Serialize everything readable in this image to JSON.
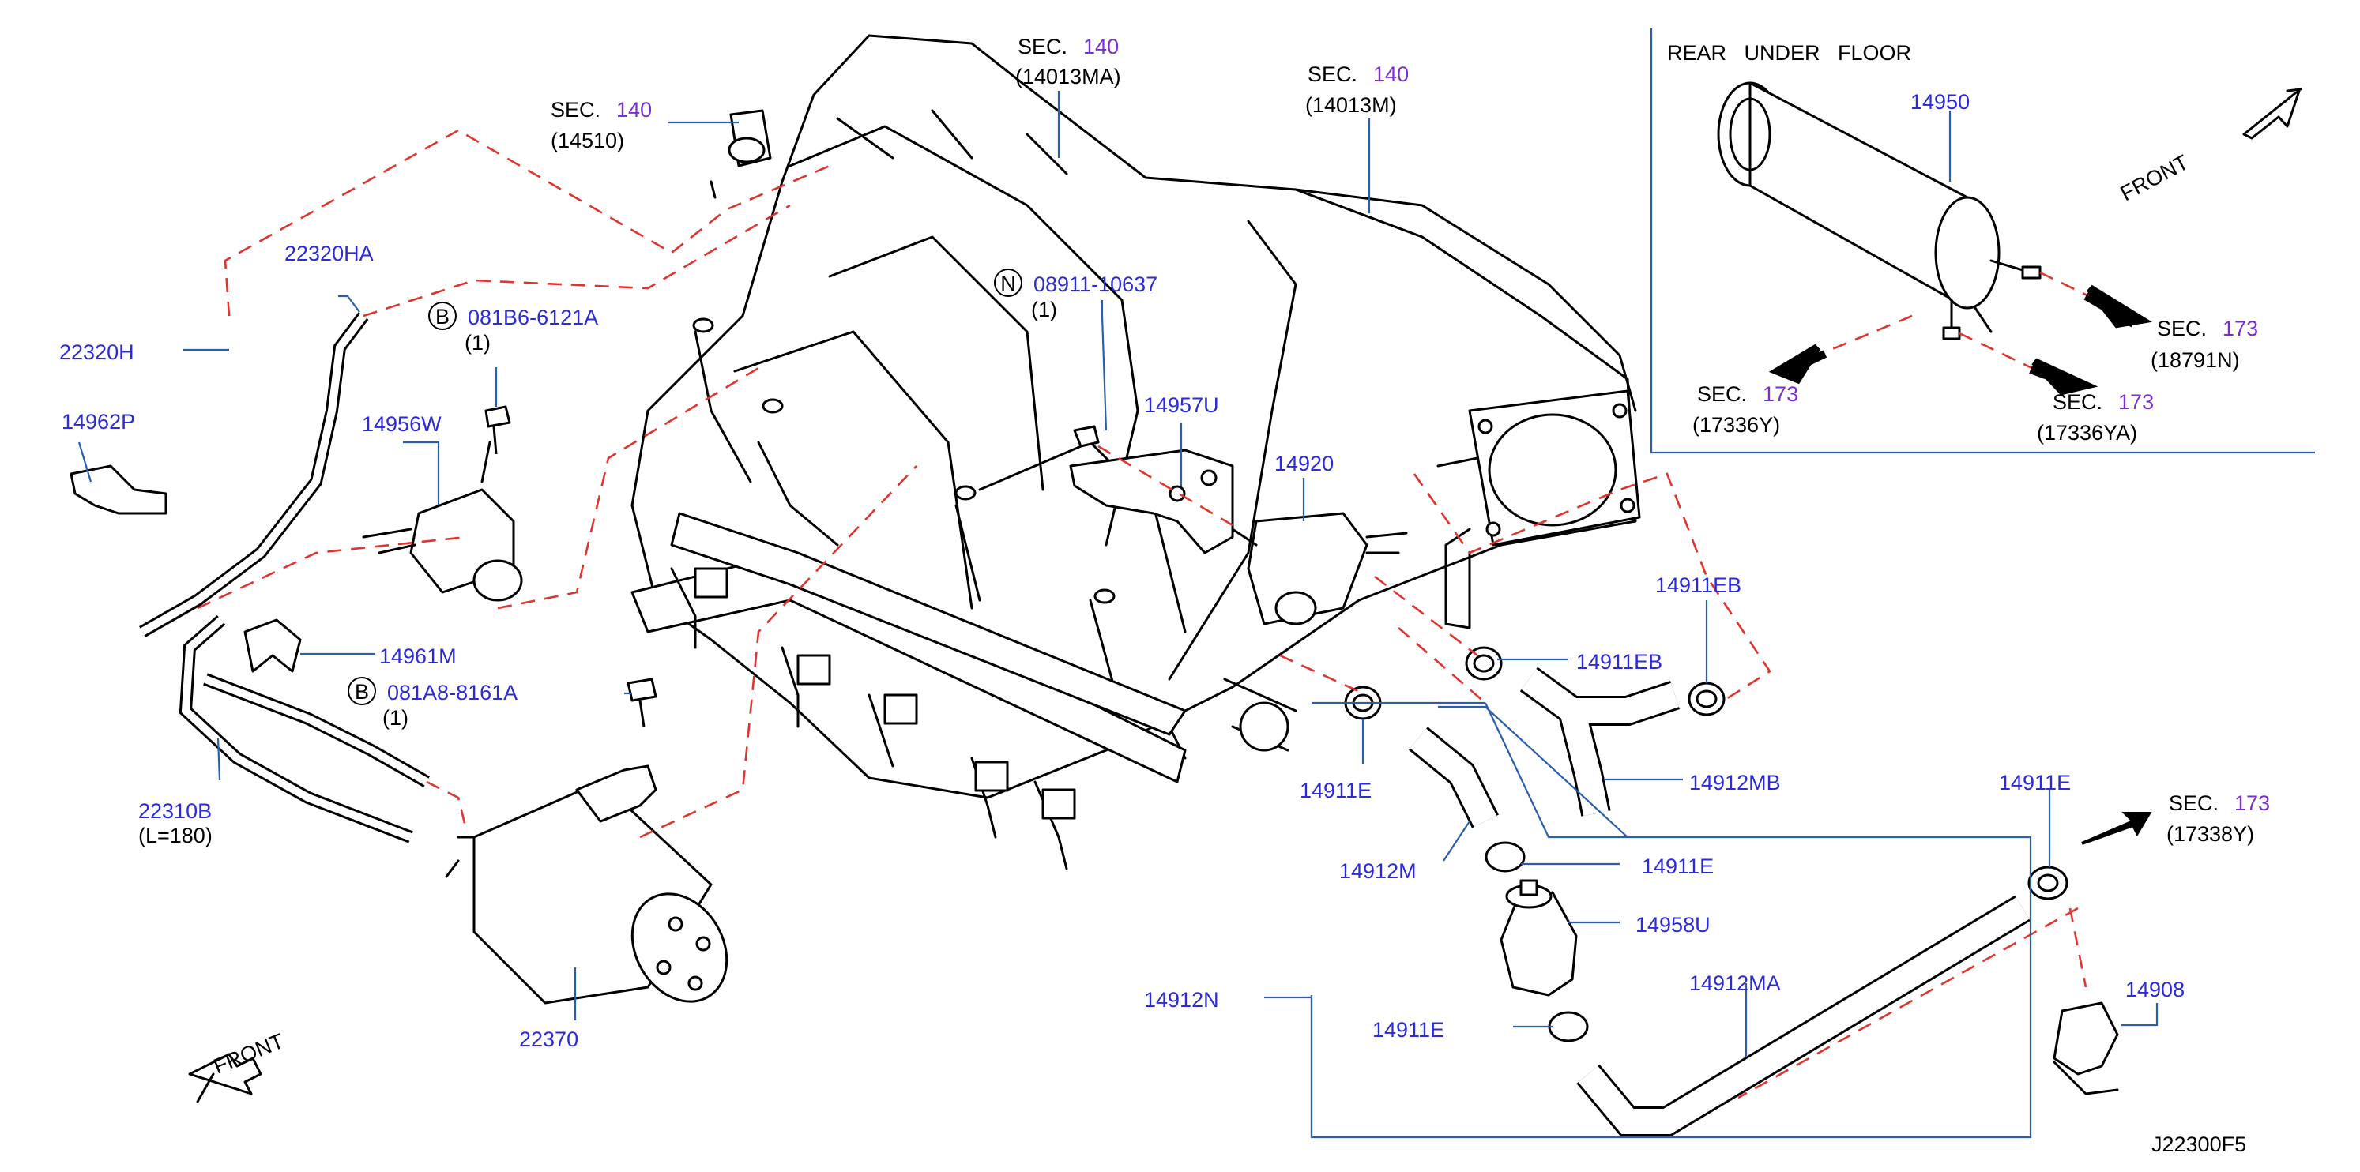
{
  "drawing_id": "J22300F5",
  "inset": {
    "title": "REAR   UNDER   FLOOR",
    "front_label": "FRONT"
  },
  "front_label_main": "FRONT",
  "sec_prefix": "SEC.",
  "sections": [
    {
      "id": "sec-140-14510",
      "num": "140",
      "ref": "(14510)"
    },
    {
      "id": "sec-140-14013MA",
      "num": "140",
      "ref": "(14013MA)"
    },
    {
      "id": "sec-140-14013M",
      "num": "140",
      "ref": "(14013M)"
    },
    {
      "id": "sec-173-18791N",
      "num": "173",
      "ref": "(18791N)"
    },
    {
      "id": "sec-173-17336Y",
      "num": "173",
      "ref": "(17336Y)"
    },
    {
      "id": "sec-173-17336YA",
      "num": "173",
      "ref": "(17336YA)"
    },
    {
      "id": "sec-173-17338Y",
      "num": "173",
      "ref": "(17338Y)"
    }
  ],
  "bolts": [
    {
      "id": "bolt-081B6",
      "letter": "B",
      "part": "081B6-6121A",
      "qty": "(1)"
    },
    {
      "id": "bolt-081A8",
      "letter": "B",
      "part": "081A8-8161A",
      "qty": "(1)"
    },
    {
      "id": "nut-08911",
      "letter": "N",
      "part": "08911-10637",
      "qty": "(1)"
    }
  ],
  "parts": {
    "p22320HA": "22320HA",
    "p22320H": "22320H",
    "p14962P": "14962P",
    "p14956W": "14956W",
    "p14961M": "14961M",
    "p22310B": "22310B",
    "p22310B_len": "(L=180)",
    "p22370": "22370",
    "p14957U": "14957U",
    "p14920": "14920",
    "p14911EB_a": "14911EB",
    "p14911EB_b": "14911EB",
    "p14912MB": "14912MB",
    "p14911E_a": "14911E",
    "p14911E_b": "14911E",
    "p14911E_c": "14911E",
    "p14911E_d": "14911E",
    "p14912M": "14912M",
    "p14958U": "14958U",
    "p14912MA": "14912MA",
    "p14912N": "14912N",
    "p14908": "14908",
    "p14950": "14950"
  },
  "colors": {
    "part_number": "#2b2bd9",
    "section_number": "#7a2fd1",
    "dashed_line": "#e0342f",
    "leader": "#2b5fae"
  }
}
